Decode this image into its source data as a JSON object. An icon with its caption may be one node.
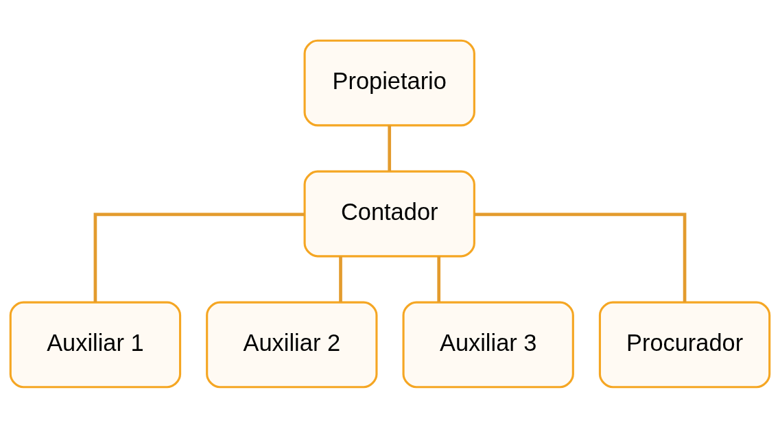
{
  "diagram": {
    "nodes": [
      {
        "text": [
          "Propietario"
        ]
      },
      {
        "text": [
          "Contador"
        ]
      },
      {
        "text": [
          "Auxiliar 1"
        ]
      },
      {
        "text": [
          "Auxiliar 2"
        ]
      },
      {
        "text": [
          "Auxiliar 3"
        ]
      },
      {
        "text": [
          "Procurador"
        ]
      }
    ],
    "edges": [
      {
        "from": 0,
        "to": 1,
        "arrow": "none"
      },
      {
        "from": 1,
        "to": 2,
        "arrow": "none"
      },
      {
        "from": 1,
        "to": 3,
        "arrow": "none"
      },
      {
        "from": 1,
        "to": 4,
        "arrow": "none"
      },
      {
        "from": 1,
        "to": 5,
        "arrow": "none"
      }
    ]
  }
}
